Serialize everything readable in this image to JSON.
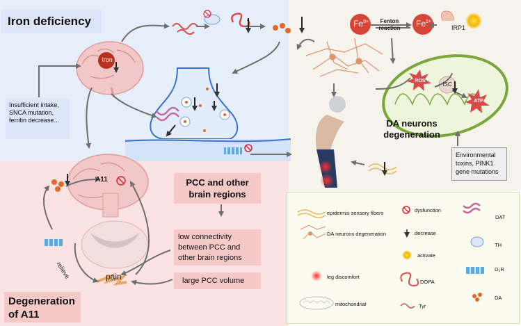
{
  "titles": {
    "iron_deficiency": "Iron deficiency",
    "da_degeneration": "DA neurons degeneration",
    "a11_degeneration": "Degeneration of A11",
    "pcc_other": "PCC and other brain regions"
  },
  "causes": {
    "iron_deficiency_causes": "Insufficient intake, SNCA mutation, ferritin decrease...",
    "da_causes": "Environmental toxins, PINK1 gene mutations"
  },
  "labels": {
    "iron": "Iron",
    "a11": "A11",
    "fe3": "Fe",
    "fe3_sup": "3+",
    "fe2": "Fe",
    "fe2_sup": "2+",
    "fenton": "Fenton reaction",
    "irp1": "IRP1",
    "ros": "ROS",
    "isc": "ISC",
    "atp": "ATP",
    "relieve": "relieve",
    "pain": "pain"
  },
  "pcc_boxes": {
    "low_connectivity": "low connectivity between PCC and other brain regions",
    "large_volume": "large PCC volume"
  },
  "legend": [
    {
      "key": "epidermis",
      "text": "epidermis sensory fibers"
    },
    {
      "key": "dysfunction",
      "text": "dysfunction"
    },
    {
      "key": "dat",
      "text": "DAT"
    },
    {
      "key": "da_degen",
      "text": "DA neurons degeneration"
    },
    {
      "key": "decrease",
      "text": "decrease"
    },
    {
      "key": "th",
      "text": "TH"
    },
    {
      "key": "activate",
      "text": "activate"
    },
    {
      "key": "d2r",
      "text": "D₂R"
    },
    {
      "key": "leg",
      "text": "leg discomfort"
    },
    {
      "key": "dopa",
      "text": "DOPA"
    },
    {
      "key": "da",
      "text": "DA"
    },
    {
      "key": "mito",
      "text": "mitochondrial"
    },
    {
      "key": "tyr",
      "text": "Tyr"
    }
  ],
  "colors": {
    "iron_red": "#c0392b",
    "dot_orange": "#e06a2b",
    "arrow_gray": "#6e6e6e",
    "mito_green": "#7aa63c",
    "ros_red": "#d84b4b",
    "pink_box": "#f6c9c9",
    "title_blue": "#dde5fa"
  }
}
